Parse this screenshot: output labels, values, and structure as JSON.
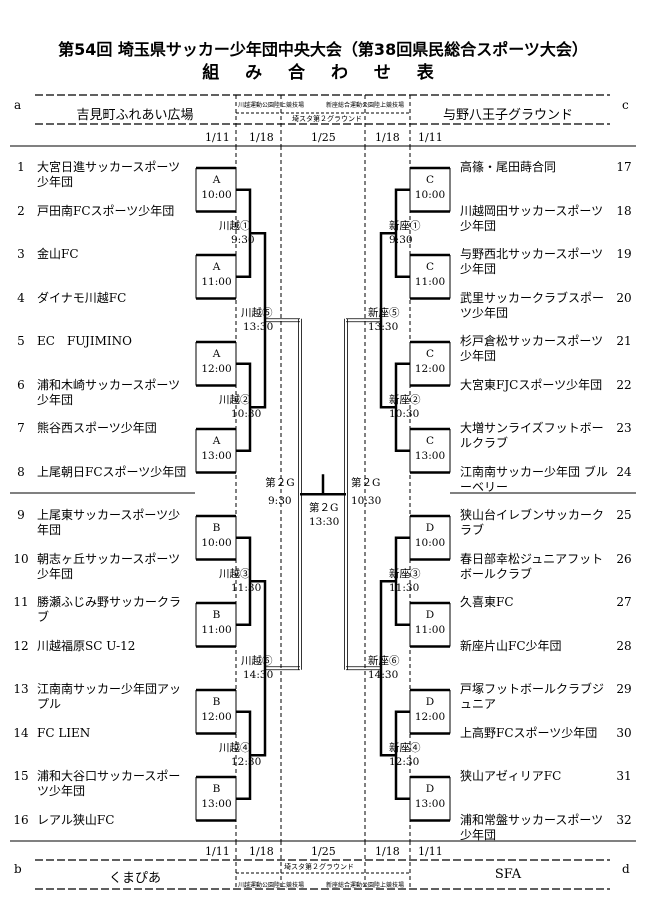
{
  "header": {
    "title": "第54回 埼玉県サッカー少年団中央大会（第38回県民総合スポーツ大会）",
    "subtitle": "組 み 合 わ せ 表"
  },
  "corners": {
    "a": "a",
    "b": "b",
    "c": "c",
    "d": "d"
  },
  "venues": {
    "a": "吉見町ふれあい広場",
    "c": "与野八王子グラウンド",
    "b": "くまぴあ",
    "d": "SFA",
    "top_small_left": "川越運動公園陸上競技場",
    "top_small_right": "新座総合運動公園陸上競技場",
    "top_center": "埼スタ第２グラウンド",
    "bottom_small_left": "川越運動公園陸上競技場",
    "bottom_small_right": "新座総合運動公園陸上競技場",
    "bottom_center": "埼スタ第２グラウンド"
  },
  "dates": {
    "d1": "1/11",
    "d2": "1/18",
    "d3": "1/25",
    "d4": "1/18",
    "d5": "1/11"
  },
  "left_teams": [
    {
      "num": "1",
      "name": "大宮日進サッカースポーツ少年団"
    },
    {
      "num": "2",
      "name": "戸田南FCスポーツ少年団"
    },
    {
      "num": "3",
      "name": "金山FC"
    },
    {
      "num": "4",
      "name": "ダイナモ川越FC"
    },
    {
      "num": "5",
      "name": "EC　FUJIMINO"
    },
    {
      "num": "6",
      "name": "浦和木崎サッカースポーツ少年団"
    },
    {
      "num": "7",
      "name": "熊谷西スポーツ少年団"
    },
    {
      "num": "8",
      "name": "上尾朝日FCスポーツ少年団"
    },
    {
      "num": "9",
      "name": "上尾東サッカースポーツ少年団"
    },
    {
      "num": "10",
      "name": "朝志ヶ丘サッカースポーツ少年団"
    },
    {
      "num": "11",
      "name": "勝瀬ふじみ野サッカークラブ"
    },
    {
      "num": "12",
      "name": "川越福原SC U-12"
    },
    {
      "num": "13",
      "name": "江南南サッカー少年団アップル"
    },
    {
      "num": "14",
      "name": "FC LIEN"
    },
    {
      "num": "15",
      "name": "浦和大谷口サッカースポーツ少年団"
    },
    {
      "num": "16",
      "name": "レアル狭山FC"
    }
  ],
  "right_teams": [
    {
      "num": "17",
      "name": "高篠・尾田蒔合同"
    },
    {
      "num": "18",
      "name": "川越岡田サッカースポーツ少年団"
    },
    {
      "num": "19",
      "name": "与野西北サッカースポーツ少年団"
    },
    {
      "num": "20",
      "name": "武里サッカークラブスポーツ少年団"
    },
    {
      "num": "21",
      "name": "杉戸倉松サッカースポーツ少年団"
    },
    {
      "num": "22",
      "name": "大宮東FJCスポーツ少年団"
    },
    {
      "num": "23",
      "name": "大増サンライズフットボールクラブ"
    },
    {
      "num": "24",
      "name": "江南南サッカー少年団 ブルーベリー"
    },
    {
      "num": "25",
      "name": "狭山台イレブンサッカークラブ"
    },
    {
      "num": "26",
      "name": "春日部幸松ジュニアフットボールクラブ"
    },
    {
      "num": "27",
      "name": "久喜東FC"
    },
    {
      "num": "28",
      "name": "新座片山FC少年団"
    },
    {
      "num": "29",
      "name": "戸塚フットボールクラブジュニア"
    },
    {
      "num": "30",
      "name": "上高野FCスポーツ少年団"
    },
    {
      "num": "31",
      "name": "狭山アゼィリアFC"
    },
    {
      "num": "32",
      "name": "浦和常盤サッカースポーツ少年団"
    }
  ],
  "left_r1": [
    {
      "venue": "A",
      "time": "10:00"
    },
    {
      "venue": "A",
      "time": "11:00"
    },
    {
      "venue": "A",
      "time": "12:00"
    },
    {
      "venue": "A",
      "time": "13:00"
    },
    {
      "venue": "B",
      "time": "10:00"
    },
    {
      "venue": "B",
      "time": "11:00"
    },
    {
      "venue": "B",
      "time": "12:00"
    },
    {
      "venue": "B",
      "time": "13:00"
    }
  ],
  "right_r1": [
    {
      "venue": "C",
      "time": "10:00"
    },
    {
      "venue": "C",
      "time": "11:00"
    },
    {
      "venue": "C",
      "time": "12:00"
    },
    {
      "venue": "C",
      "time": "13:00"
    },
    {
      "venue": "D",
      "time": "10:00"
    },
    {
      "venue": "D",
      "time": "11:00"
    },
    {
      "venue": "D",
      "time": "12:00"
    },
    {
      "venue": "D",
      "time": "13:00"
    }
  ],
  "left_r2": [
    {
      "label": "川越①",
      "time": "9:30"
    },
    {
      "label": "川越②",
      "time": "10:30"
    },
    {
      "label": "川越③",
      "time": "11:30"
    },
    {
      "label": "川越④",
      "time": "12:30"
    }
  ],
  "right_r2": [
    {
      "label": "新座①",
      "time": "9:30"
    },
    {
      "label": "新座②",
      "time": "10:30"
    },
    {
      "label": "新座③",
      "time": "11:30"
    },
    {
      "label": "新座④",
      "time": "12:30"
    }
  ],
  "left_r3": [
    {
      "label": "川越⑤",
      "time": "13:30"
    },
    {
      "label": "川越⑥",
      "time": "14:30"
    }
  ],
  "right_r3": [
    {
      "label": "新座⑤",
      "time": "13:30"
    },
    {
      "label": "新座⑥",
      "time": "14:30"
    }
  ],
  "semis": {
    "left_label": "第２G",
    "left_time": "9:30",
    "right_label": "第２G",
    "right_time": "10:30",
    "final_label": "第２G",
    "final_time": "13:30"
  }
}
